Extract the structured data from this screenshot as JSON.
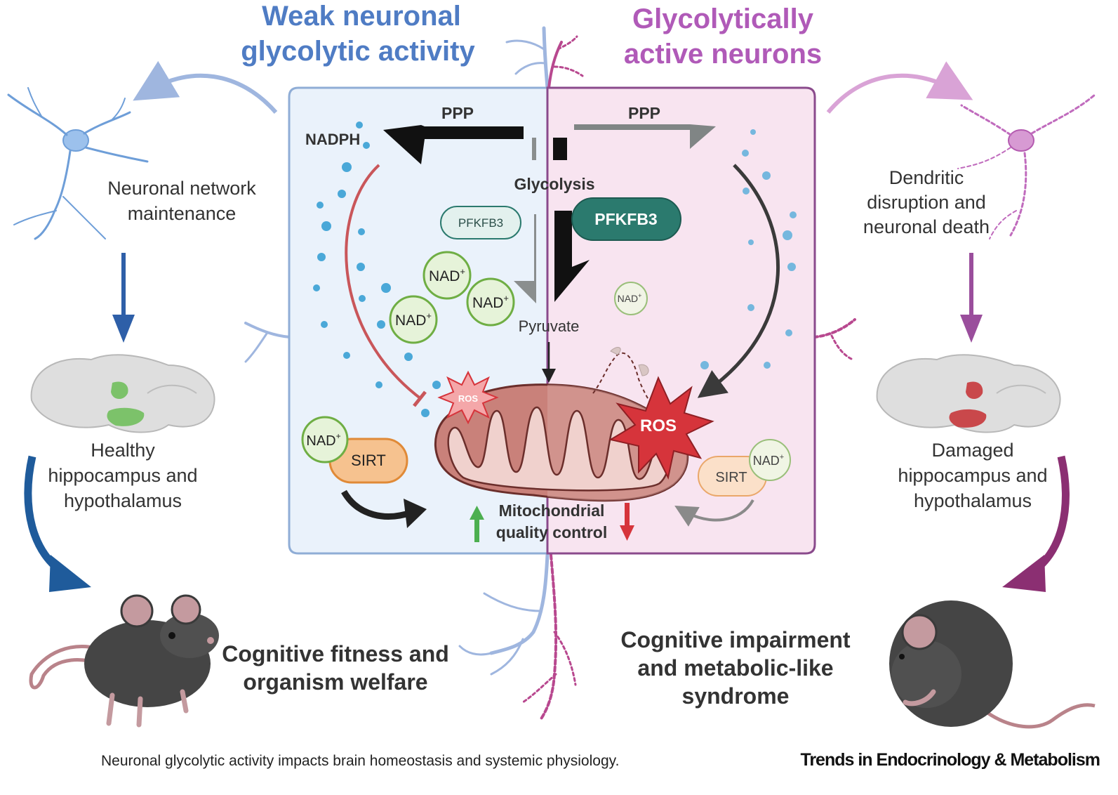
{
  "titles": {
    "left_line1": "Weak neuronal",
    "left_line2": "glycolytic activity",
    "right_line1": "Glycolytically",
    "right_line2": "active neurons"
  },
  "colors": {
    "left_accent": "#4f7cc4",
    "right_accent": "#b05ab8",
    "left_panel": "#eaf2fb",
    "right_panel": "#f8e4f0",
    "left_border": "#8fadd6",
    "right_border": "#8a4a8c",
    "pfkfb3_dark": "#2b7a6e",
    "nad_green": "#8dc95f",
    "sirt_orange": "#f6c28f",
    "ros_red": "#d6343b",
    "mito_brown": "#b5655a"
  },
  "left_side": {
    "neuron_label_1": "Neuronal network",
    "neuron_label_2": "maintenance",
    "brain_label_1": "Healthy",
    "brain_label_2": "hippocampus and",
    "brain_label_3": "hypothalamus",
    "outcome_1": "Cognitive fitness and",
    "outcome_2": "organism welfare"
  },
  "right_side": {
    "neuron_label_1": "Dendritic",
    "neuron_label_2": "disruption and",
    "neuron_label_3": "neuronal death",
    "brain_label_1": "Damaged",
    "brain_label_2": "hippocampus and",
    "brain_label_3": "hypothalamus",
    "outcome_1": "Cognitive impairment",
    "outcome_2": "and metabolic-like",
    "outcome_3": "syndrome"
  },
  "center": {
    "ppp_left": "PPP",
    "ppp_right": "PPP",
    "nadph": "NADPH",
    "glycolysis": "Glycolysis",
    "pfkfb3_small": "PFKFB3",
    "pfkfb3_large": "PFKFB3",
    "nad": "NAD",
    "nad_sup": "+",
    "pyruvate": "Pyruvate",
    "ros_small": "ROS",
    "ros_large": "ROS",
    "sirt_left": "SIRT",
    "sirt_right": "SIRT",
    "mqc_1": "Mitochondrial",
    "mqc_2": "quality control"
  },
  "footer": {
    "caption": "Neuronal glycolytic activity impacts brain homeostasis and systemic physiology.",
    "journal": "Trends in Endocrinology & Metabolism"
  }
}
